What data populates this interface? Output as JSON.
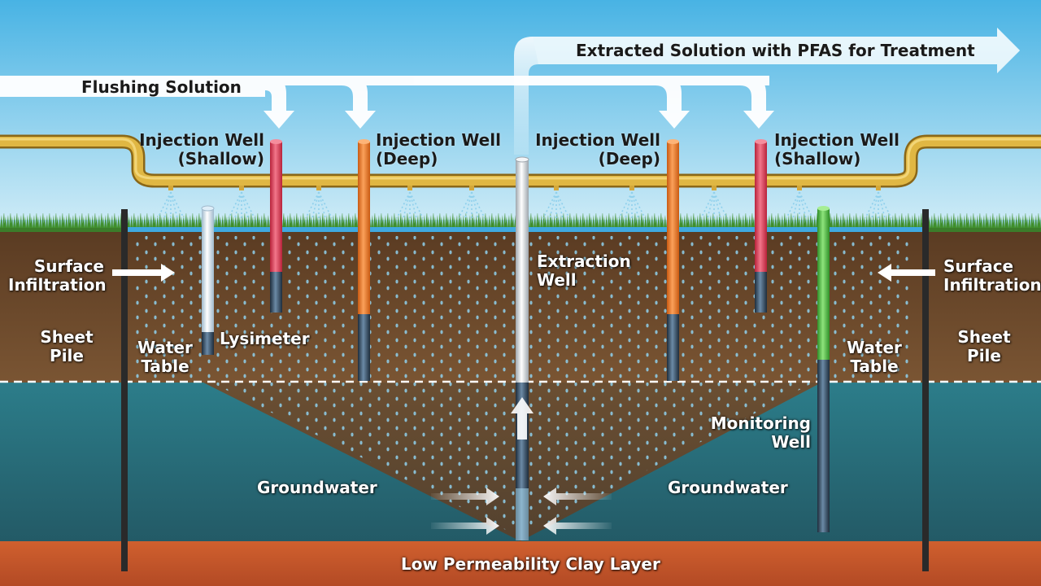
{
  "labels": {
    "flushing_solution": "Flushing Solution",
    "extracted_solution": "Extracted Solution with PFAS for Treatment",
    "injection_well_shallow_left": [
      "Injection Well",
      "(Shallow)"
    ],
    "injection_well_deep_left": [
      "Injection Well",
      "(Deep)"
    ],
    "injection_well_deep_right": [
      "Injection Well",
      "(Deep)"
    ],
    "injection_well_shallow_right": [
      "Injection Well",
      "(Shallow)"
    ],
    "extraction_well": [
      "Extraction",
      "Well"
    ],
    "surface_infiltration_left": [
      "Surface",
      "Infiltration"
    ],
    "surface_infiltration_right": [
      "Surface",
      "Infiltration"
    ],
    "sheet_pile_left": [
      "Sheet",
      "Pile"
    ],
    "sheet_pile_right": [
      "Sheet",
      "Pile"
    ],
    "water_table_left": [
      "Water",
      "Table"
    ],
    "water_table_right": [
      "Water",
      "Table"
    ],
    "lysimeter": "Lysimeter",
    "monitoring_well": [
      "Monitoring",
      "Well"
    ],
    "groundwater_left": "Groundwater",
    "groundwater_right": "Groundwater",
    "clay_layer": "Low Permeability Clay Layer"
  },
  "colors": {
    "sky_top": "#4bb6e6",
    "sky_bottom": "#c9eaf6",
    "soil": "#6b4a2c",
    "groundwater": "#2f6f7c",
    "clay": "#c2552c",
    "pipe": "#e0b743",
    "injection_shallow": "#e2455a",
    "injection_deep": "#f07d2a",
    "extraction_well": "#e8ecef",
    "lysimeter": "#e6f1f9",
    "monitoring_well": "#5cc84a",
    "water_drop": "#8fd0ec"
  }
}
